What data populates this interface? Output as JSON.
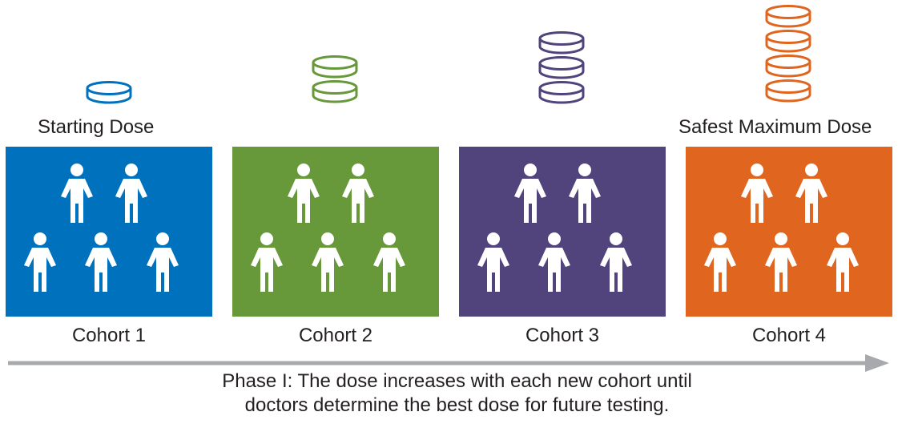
{
  "dose_labels": {
    "start": "Starting Dose",
    "max": "Safest Maximum Dose"
  },
  "cohorts": [
    {
      "label": "Cohort 1",
      "color": "#0071bc",
      "pills": 1
    },
    {
      "label": "Cohort 2",
      "color": "#67983a",
      "pills": 2
    },
    {
      "label": "Cohort 3",
      "color": "#51437c",
      "pills": 3
    },
    {
      "label": "Cohort 4",
      "color": "#e0661f",
      "pills": 4
    }
  ],
  "people_per_cohort": 5,
  "arrow_color": "#a7a9ac",
  "caption": {
    "line1": "Phase I: The dose increases with each new cohort until",
    "line2": "doctors determine the best dose for future testing."
  }
}
